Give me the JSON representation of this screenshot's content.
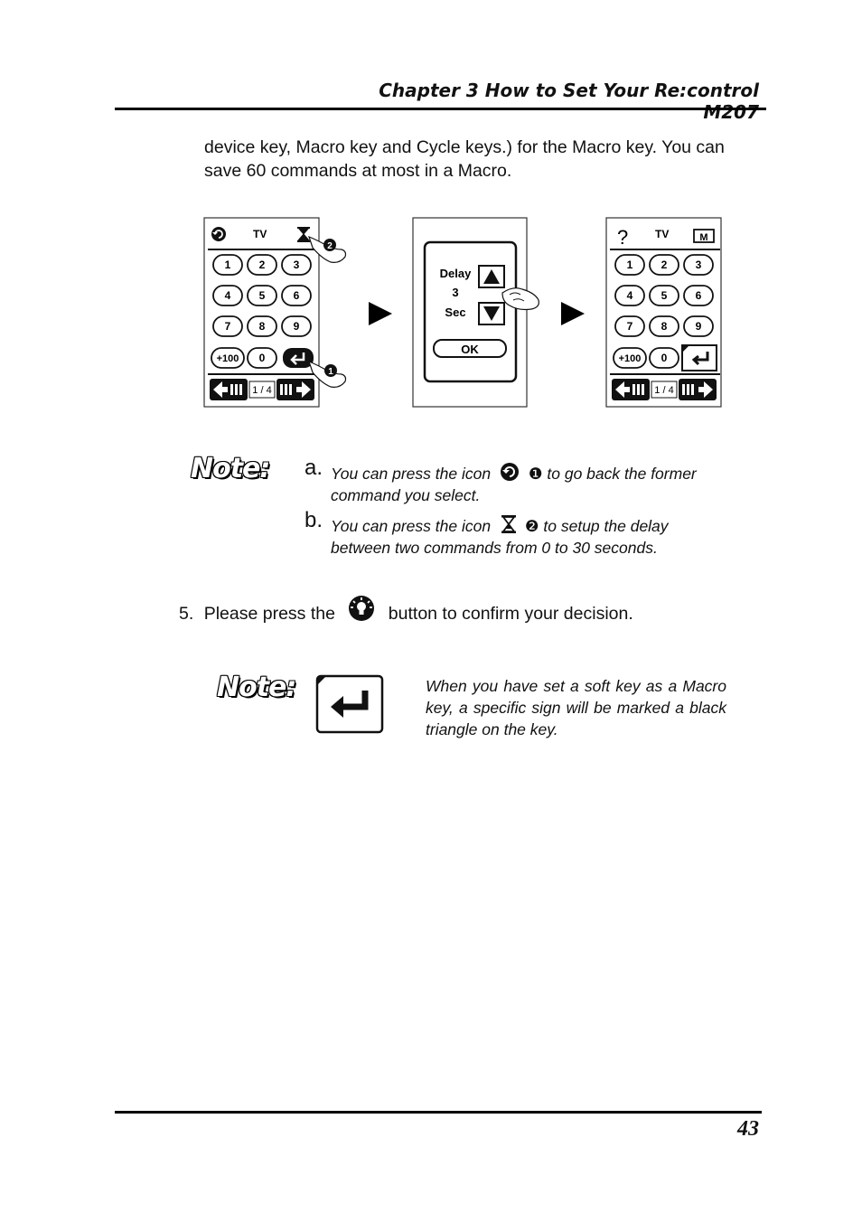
{
  "header": {
    "title": "Chapter 3 How to Set Your Re:control M207"
  },
  "intro": {
    "line1": "device key, Macro key and Cycle keys.) for the Macro key. You can",
    "line2": "save 60 commands at most in a Macro."
  },
  "figure": {
    "screen1": {
      "device": "TV",
      "keys": [
        "1",
        "2",
        "3",
        "4",
        "5",
        "6",
        "7",
        "8",
        "9",
        "+100",
        "0"
      ],
      "page": "1 / 4",
      "callouts": [
        "1",
        "2"
      ],
      "icons": [
        "back-icon",
        "hourglass-icon",
        "enter-icon"
      ]
    },
    "screen2": {
      "label": "Delay",
      "value": "3",
      "unit": "Sec",
      "ok": "OK"
    },
    "screen3": {
      "device": "TV",
      "keys": [
        "1",
        "2",
        "3",
        "4",
        "5",
        "6",
        "7",
        "8",
        "9",
        "+100",
        "0"
      ],
      "page": "1 / 4",
      "icons": [
        "help-icon",
        "macro-icon",
        "enter-icon"
      ]
    }
  },
  "note1": {
    "logo": "Note:",
    "a": {
      "lead": "a.",
      "text1": "You can press the icon",
      "num": "❶",
      "text2": "to go back the former",
      "line2": "command you select."
    },
    "b": {
      "lead": "b.",
      "text1": "You can press the icon",
      "num": "❷",
      "text2": "to setup the delay",
      "line2": "between two commands from 0 to 30 seconds."
    }
  },
  "step5": {
    "number": "5.",
    "text1": "Please press the",
    "text2": "button to confirm your decision."
  },
  "note2": {
    "logo": "Note:",
    "text": "When you have set a soft key as a Macro key, a specific sign will be marked a black triangle on the key."
  },
  "footer": {
    "page": "43"
  },
  "colors": {
    "text": "#111111",
    "rule": "#000000",
    "screen_bg": "#ffffff"
  }
}
